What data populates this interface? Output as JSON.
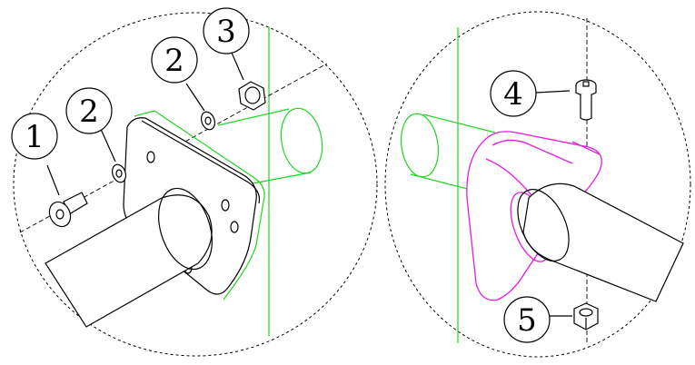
{
  "callouts": {
    "c1": "1",
    "c2a": "2",
    "c2b": "2",
    "c3": "3",
    "c4": "4",
    "c5": "5"
  },
  "colors": {
    "line": "#000000",
    "tube_green": "#1fd61f",
    "clamp_magenta": "#e11de1"
  }
}
